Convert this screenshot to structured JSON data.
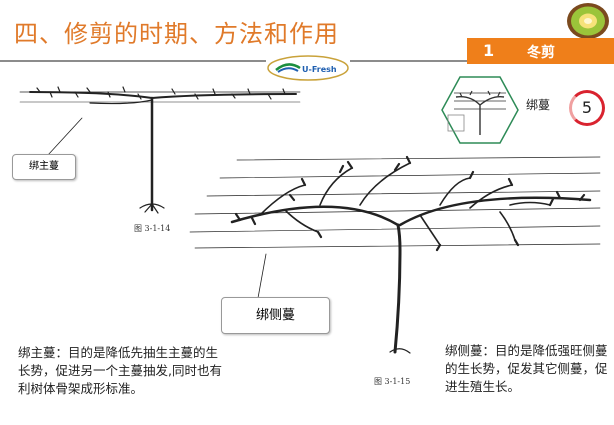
{
  "header": {
    "title": "四、修剪的时期、方法和作用",
    "logo_text": "U-Fresh",
    "section_number": "1",
    "section_label": "冬剪"
  },
  "inset": {
    "label": "绑蔓",
    "step_number": "5"
  },
  "figures": {
    "fig1_caption": "图 3-1-14",
    "fig2_caption": "图 3-1-15"
  },
  "callouts": {
    "main_vine": "绑主蔓",
    "side_vine": "绑侧蔓"
  },
  "descriptions": {
    "main_vine_text": "绑主蔓：目的是降低先抽生主蔓的生长势，促进另一个主蔓抽发,同时也有利树体骨架成形标准。",
    "side_vine_text": "绑侧蔓：目的是降低强旺侧蔓的生长势，促发其它侧蔓，促进生殖生长。"
  },
  "colors": {
    "title": "#e07a2a",
    "badge": "#ef7f1a",
    "circle": "#d9232f"
  }
}
